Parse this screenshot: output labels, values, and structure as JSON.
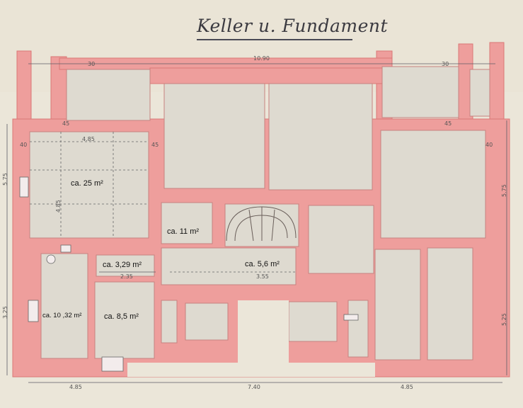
{
  "title": "Keller u. Fundament",
  "rooms": [
    {
      "label": "ca. 25 m²"
    },
    {
      "label": "ca. 11 m²"
    },
    {
      "label": "ca. 3,29 m²"
    },
    {
      "label": "ca. 5,6 m²"
    },
    {
      "label": "ca. 10 ,32 m²"
    },
    {
      "label": "ca. 8,5 m²"
    }
  ],
  "dimensions": {
    "top_total": "10.90",
    "bottom_left": "4.85",
    "bottom_mid": "7.40",
    "bottom_right": "4.85",
    "left_upper": "5.75",
    "left_lower": "3.25",
    "right_upper": "5.75",
    "right_lower": "5.25",
    "room1_width": "4.85",
    "room1_height": "4.85",
    "corridor_width": "2.35",
    "stair_width": "3.55",
    "small_marks": [
      "40",
      "30",
      "45",
      "45",
      "45",
      "30",
      "40"
    ]
  },
  "colors": {
    "paper": "#ebe6d9",
    "wall": "#ee9e9c",
    "wall_edge": "#d97876",
    "room": "#dedad0",
    "ink": "#3b3a40"
  }
}
